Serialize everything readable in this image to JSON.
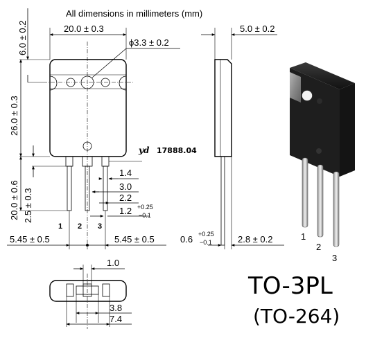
{
  "note": "All dimensions in millimeters (mm)",
  "stamp": {
    "logo": "yd",
    "code": "17888.04"
  },
  "package": {
    "name": "TO-3PL",
    "alt_name": "(TO-264)"
  },
  "front_view": {
    "width": "20.0 ± 0.3",
    "hole_diameter": "ϕ3.3 ± 0.2",
    "tab_height": "6.0 ± 0.2",
    "body_height": "26.0 ± 0.3",
    "lead_length": "20.0 ± 0.6",
    "lead_shoulder": "2.5 ± 0.3",
    "lead_width_a": "1.4",
    "lead_width_b": "3.0",
    "lead_width_c": "2.2",
    "lead_thickness": "1.2",
    "lead_thickness_tol_upper": "+0.25",
    "lead_thickness_tol_lower": "−0.1",
    "pitch_left": "5.45 ± 0.5",
    "pitch_right": "5.45 ± 0.5",
    "pins": [
      "1",
      "2",
      "3"
    ]
  },
  "side_view": {
    "thickness": "5.0 ± 0.2",
    "lead_offset": "0.6",
    "lead_offset_tol_upper": "+0.25",
    "lead_offset_tol_lower": "−0.1",
    "lead_bend": "2.8 ± 0.2"
  },
  "bottom_view": {
    "slot": "1.0",
    "inner_width": "3.8",
    "outer_width": "7.4"
  },
  "photo": {
    "pins": [
      "1",
      "2",
      "3"
    ]
  }
}
